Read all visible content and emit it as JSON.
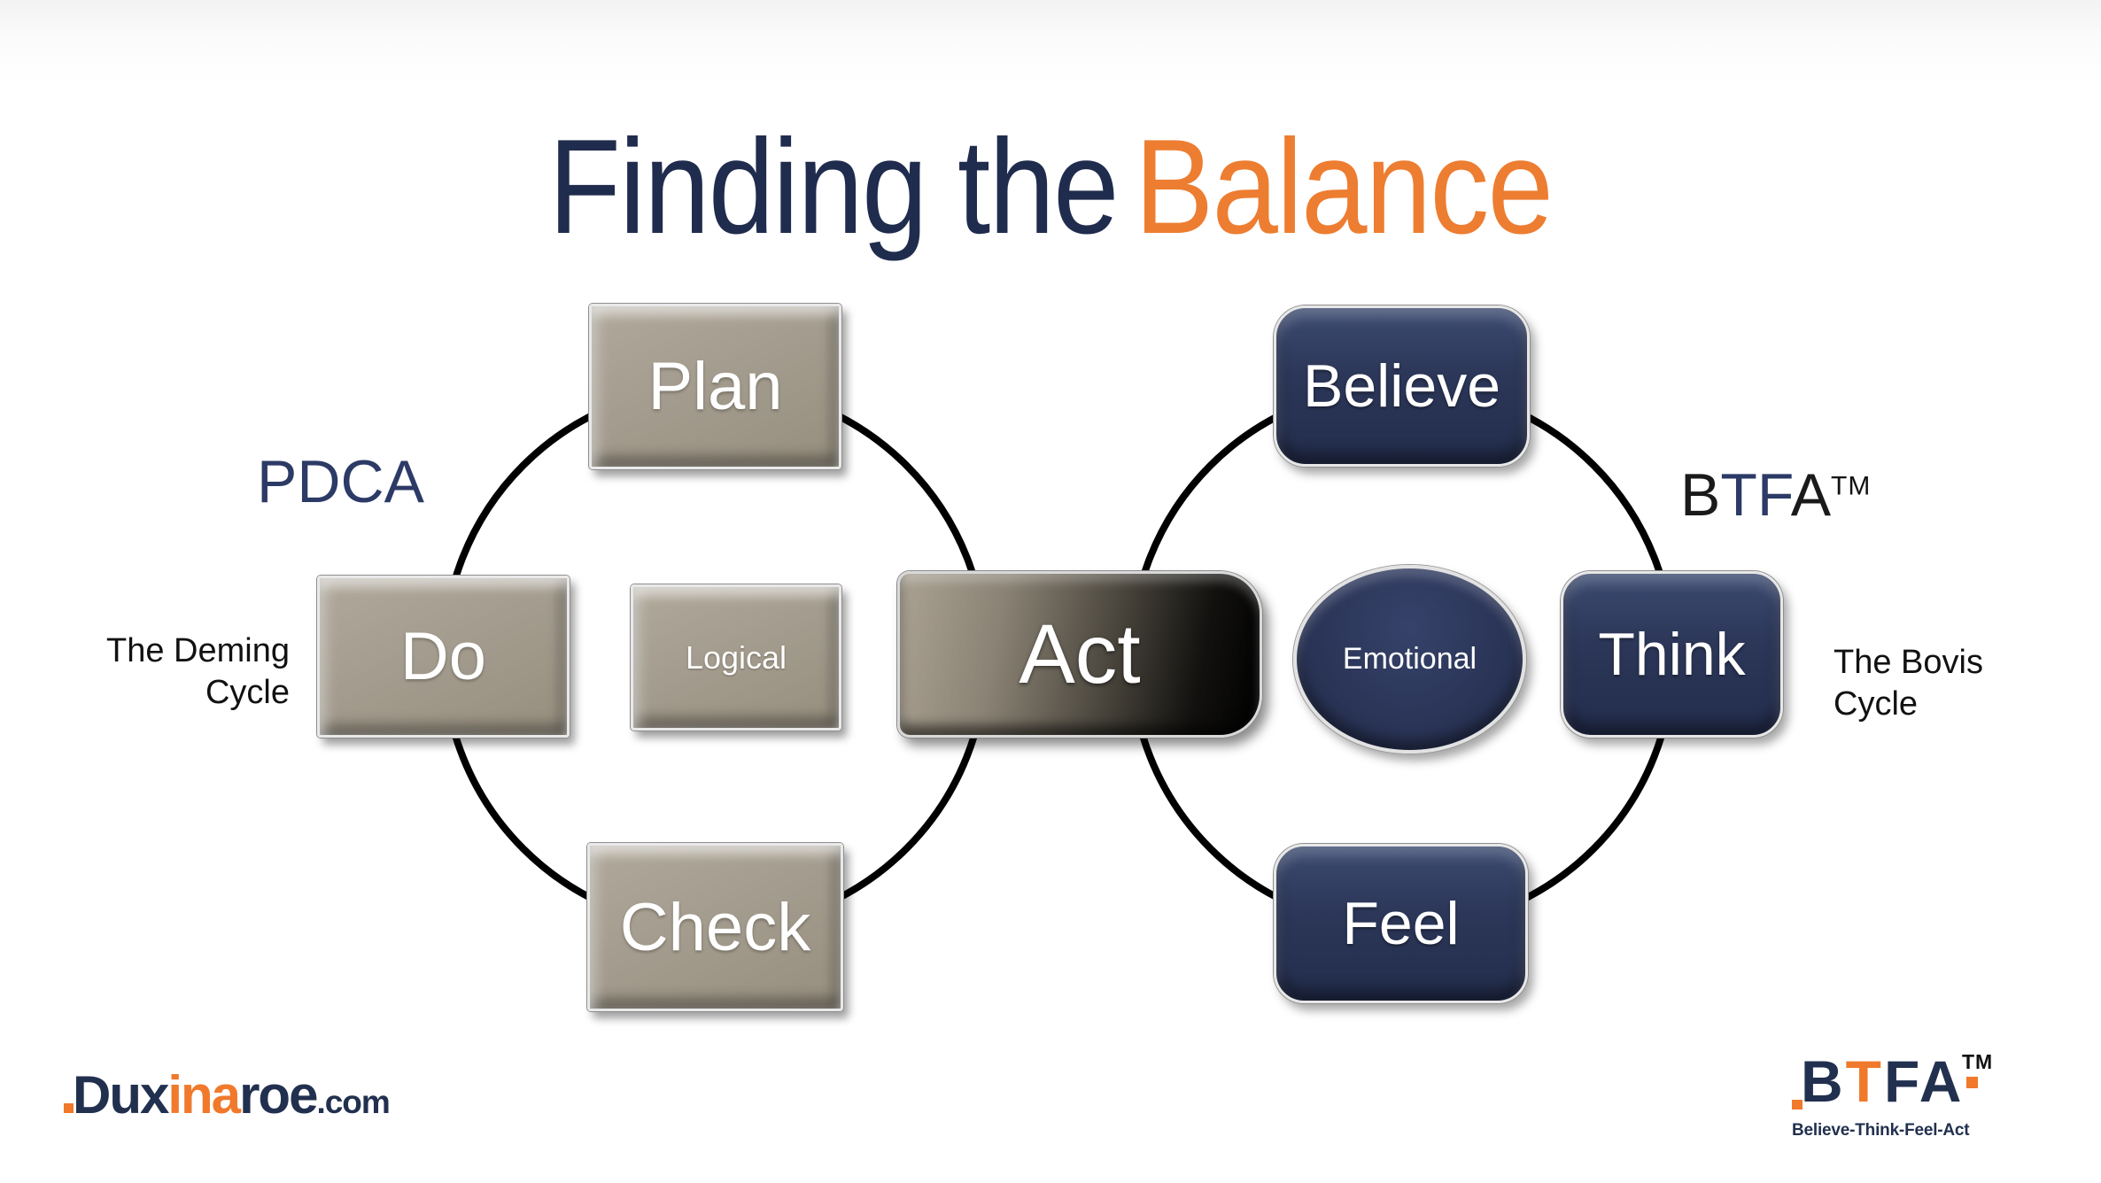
{
  "title": {
    "part1": "Finding the",
    "part2": "Balance"
  },
  "left_cycle": {
    "acronym": "PDCA",
    "name_line1": "The Deming",
    "name_line2": "Cycle",
    "center": "Logical",
    "node_top": "Plan",
    "node_left": "Do",
    "node_bottom": "Check"
  },
  "shared_node": "Act",
  "right_cycle": {
    "acronym_b": "B",
    "acronym_tf": "TF",
    "acronym_a": "A",
    "acronym_tm": "TM",
    "name_line1": "The Bovis",
    "name_line2": "Cycle",
    "center": "Emotional",
    "node_top": "Believe",
    "node_right": "Think",
    "node_bottom": "Feel"
  },
  "footer": {
    "dux_seg1": "Dux",
    "dux_seg2": "ina",
    "dux_seg3": "roe",
    "dux_seg4": ".com",
    "btfa_b": "B",
    "btfa_t": "T",
    "btfa_f": "F",
    "btfa_a": "A",
    "btfa_tm": "TM",
    "btfa_tagline": "Believe-Think-Feel-Act"
  },
  "colors": {
    "title_navy": "#202c4d",
    "accent_orange": "#ed7d31",
    "box_navy": "#2b3557",
    "box_tan": "#a49c8e",
    "ring_black": "#000000",
    "logo_navy": "#22304f",
    "logo_orange": "#f0792b"
  }
}
